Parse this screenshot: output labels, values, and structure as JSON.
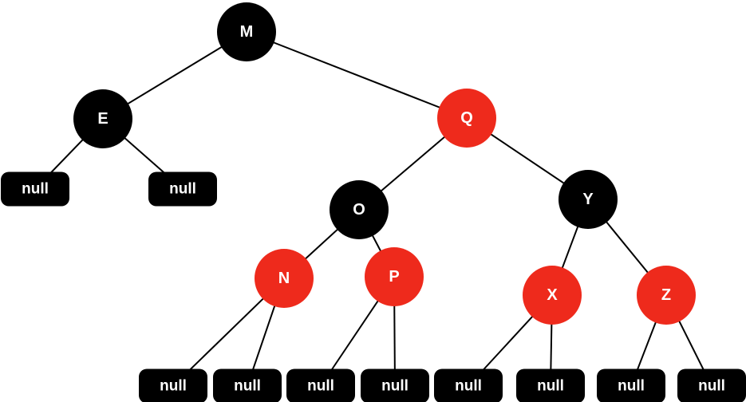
{
  "colors": {
    "black": "#000000",
    "red": "#ee2a1c",
    "text": "#ffffff",
    "edge": "#000000"
  },
  "nodes": [
    {
      "id": "M",
      "label": "M",
      "color": "black"
    },
    {
      "id": "E",
      "label": "E",
      "color": "black"
    },
    {
      "id": "Q",
      "label": "Q",
      "color": "red"
    },
    {
      "id": "O",
      "label": "O",
      "color": "black"
    },
    {
      "id": "Y",
      "label": "Y",
      "color": "black"
    },
    {
      "id": "N",
      "label": "N",
      "color": "red"
    },
    {
      "id": "P",
      "label": "P",
      "color": "red"
    },
    {
      "id": "X",
      "label": "X",
      "color": "red"
    },
    {
      "id": "Z",
      "label": "Z",
      "color": "red"
    }
  ],
  "leaves": [
    {
      "id": "E-L",
      "label": "null"
    },
    {
      "id": "E-R",
      "label": "null"
    },
    {
      "id": "N-L",
      "label": "null"
    },
    {
      "id": "N-R",
      "label": "null"
    },
    {
      "id": "P-L",
      "label": "null"
    },
    {
      "id": "P-R",
      "label": "null"
    },
    {
      "id": "X-L",
      "label": "null"
    },
    {
      "id": "X-R",
      "label": "null"
    },
    {
      "id": "Z-L",
      "label": "null"
    },
    {
      "id": "Z-R",
      "label": "null"
    }
  ],
  "edges": [
    [
      "M",
      "E"
    ],
    [
      "M",
      "Q"
    ],
    [
      "E",
      "E-L"
    ],
    [
      "E",
      "E-R"
    ],
    [
      "Q",
      "O"
    ],
    [
      "Q",
      "Y"
    ],
    [
      "O",
      "N"
    ],
    [
      "O",
      "P"
    ],
    [
      "Y",
      "X"
    ],
    [
      "Y",
      "Z"
    ],
    [
      "N",
      "N-L"
    ],
    [
      "N",
      "N-R"
    ],
    [
      "P",
      "P-L"
    ],
    [
      "P",
      "P-R"
    ],
    [
      "X",
      "X-L"
    ],
    [
      "X",
      "X-R"
    ],
    [
      "Z",
      "Z-L"
    ],
    [
      "Z",
      "Z-R"
    ]
  ]
}
